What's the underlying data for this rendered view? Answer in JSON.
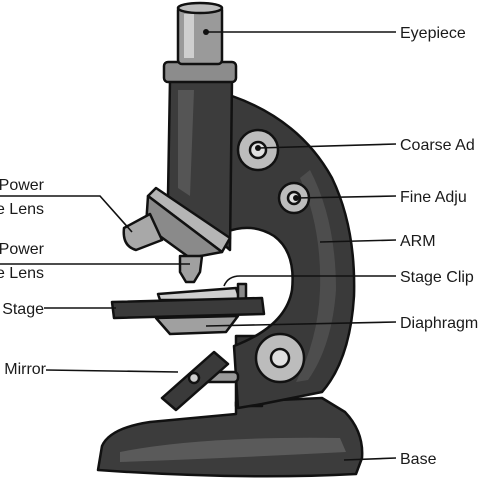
{
  "labels": {
    "eyepiece": "Eyepiece",
    "coarse_adjustment": "Coarse Ad",
    "fine_adjustment": "Fine Adju",
    "arm": "ARM",
    "stage_clip": "Stage Clip",
    "diaphragm": "Diaphragm",
    "base": "Base",
    "low_power_lens": [
      "Power",
      "e Lens"
    ],
    "high_power_lens": [
      "Power",
      "e Lens"
    ],
    "stage": "Stage",
    "mirror": "Mirror"
  },
  "colors": {
    "body_dark": "#3c3c3c",
    "body_mid": "#555555",
    "metal_light": "#c8c8c8",
    "metal_mid": "#9a9a9a",
    "outline": "#111111",
    "background": "#ffffff"
  }
}
